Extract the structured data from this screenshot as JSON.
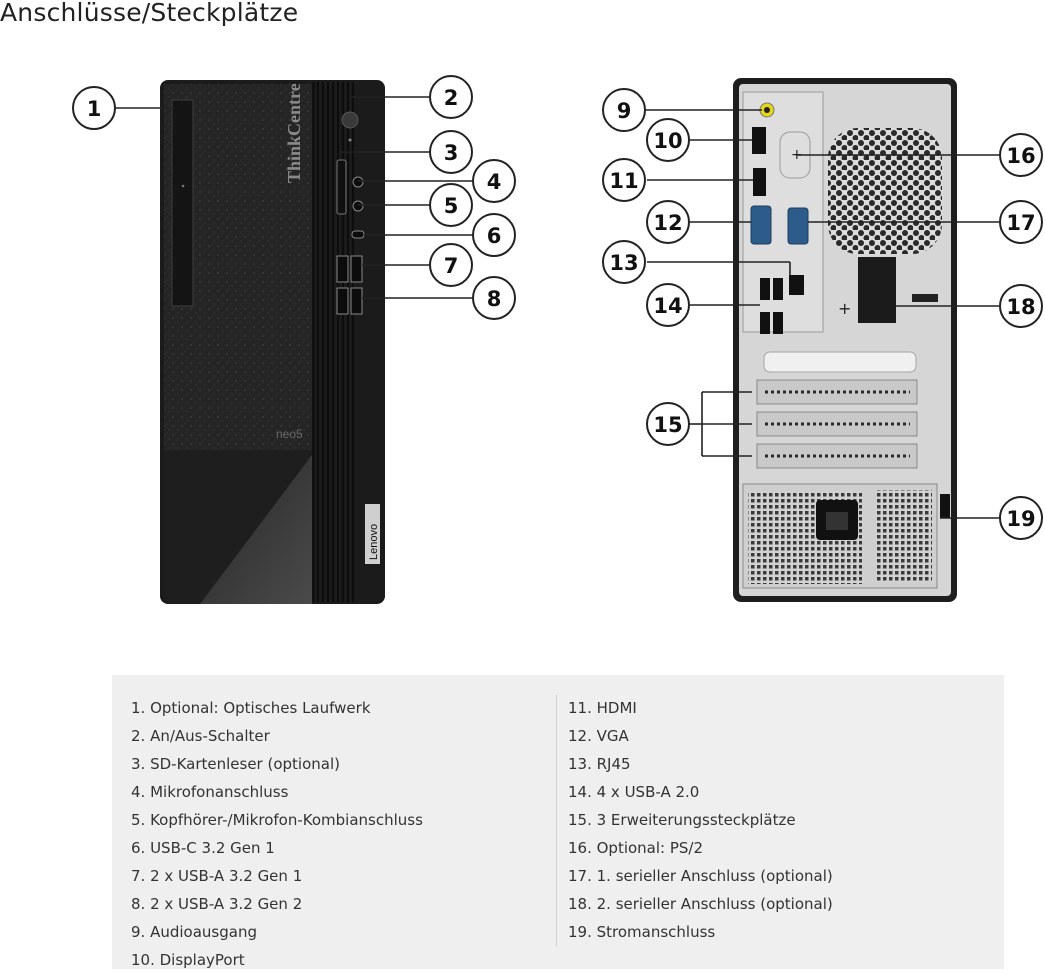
{
  "page_title": "Anschlüsse/Steckplätze",
  "front_tower": {
    "brand_vertical": "ThinkCentre",
    "model_label": "neo5",
    "lenovo_label": "Lenovo"
  },
  "callouts": [
    "1",
    "2",
    "3",
    "4",
    "5",
    "6",
    "7",
    "8",
    "9",
    "10",
    "11",
    "12",
    "13",
    "14",
    "15",
    "16",
    "17",
    "18",
    "19"
  ],
  "legend": {
    "left": [
      "1. Optional: Optisches Laufwerk",
      "2. An/Aus-Schalter",
      "3. SD-Kartenleser (optional)",
      "4. Mikrofonanschluss",
      "5. Kopfhörer-/Mikrofon-Kombianschluss",
      "6. USB-C 3.2 Gen 1",
      "7. 2 x USB-A 3.2 Gen 1",
      "8. 2 x USB-A 3.2 Gen 2",
      "9. Audioausgang",
      "10. DisplayPort"
    ],
    "right": [
      "11. HDMI",
      "12. VGA",
      "13. RJ45",
      "14. 4 x USB-A 2.0",
      "15. 3 Erweiterungssteckplätze",
      "16. Optional: PS/2",
      "17. 1. serieller Anschluss (optional)",
      "18. 2. serieller Anschluss (optional)",
      "19. Stromanschluss"
    ]
  },
  "colors": {
    "tower_front": "#1c1c1c",
    "tower_back_panel": "#d9d9d9",
    "legend_bg": "#efefef",
    "accent_yellow": "#e3d61b",
    "vga_blue": "#2d5b8a"
  }
}
